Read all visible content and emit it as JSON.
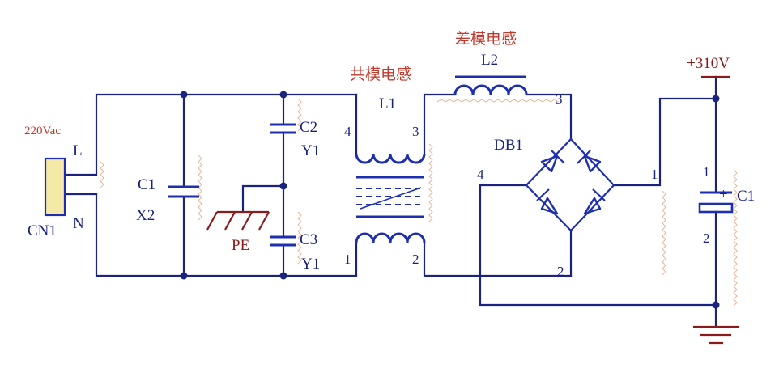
{
  "connector": {
    "voltage": "220Vac",
    "line": "L",
    "neutral": "N",
    "ref": "CN1"
  },
  "cap_x": {
    "ref": "C1",
    "type": "X2"
  },
  "cap_y_top": {
    "ref": "C2",
    "type": "Y1"
  },
  "cap_y_bottom": {
    "ref": "C3",
    "type": "Y1"
  },
  "earth": {
    "label": "PE"
  },
  "common_mode": {
    "title": "共模电感",
    "ref": "L1",
    "pins": [
      "4",
      "3",
      "1",
      "2"
    ]
  },
  "diff_mode": {
    "title": "差模电感",
    "ref": "L2",
    "pin": "3"
  },
  "bridge": {
    "ref": "DB1",
    "pins": [
      "4",
      "1",
      "2"
    ]
  },
  "output": {
    "voltage": "+310V"
  },
  "cap_bulk": {
    "ref": "C1",
    "pins": [
      "1",
      "2"
    ]
  },
  "colors": {
    "wire": "#1a237e",
    "component": "#1d2fae",
    "title": "#c0392b",
    "ground": "#8b1a1a",
    "connector_fill": "#f5e9a8"
  }
}
